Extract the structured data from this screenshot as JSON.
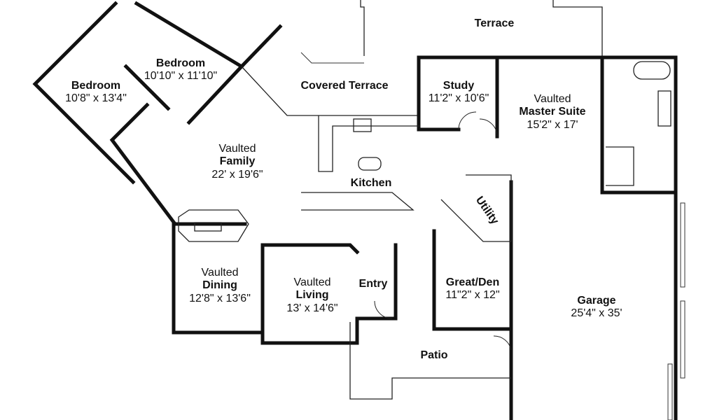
{
  "plan": {
    "rooms": [
      {
        "id": "bedroom-1",
        "prefix": "",
        "name": "Bedroom",
        "size": "10'10\" x 11'10\""
      },
      {
        "id": "bedroom-2",
        "prefix": "",
        "name": "Bedroom",
        "size": "10'8\" x 13'4\""
      },
      {
        "id": "terrace",
        "prefix": "",
        "name": "Terrace",
        "size": ""
      },
      {
        "id": "covered-terrace",
        "prefix": "",
        "name": "Covered Terrace",
        "size": ""
      },
      {
        "id": "study",
        "prefix": "",
        "name": "Study",
        "size": "11'2\" x 10'6\""
      },
      {
        "id": "master-suite",
        "prefix": "Vaulted",
        "name": "Master Suite",
        "size": "15'2\" x 17'"
      },
      {
        "id": "family",
        "prefix": "Vaulted",
        "name": "Family",
        "size": "22' x 19'6\""
      },
      {
        "id": "kitchen",
        "prefix": "",
        "name": "Kitchen",
        "size": ""
      },
      {
        "id": "utility",
        "prefix": "",
        "name": "Utility",
        "size": ""
      },
      {
        "id": "dining",
        "prefix": "Vaulted",
        "name": "Dining",
        "size": "12'8\" x 13'6\""
      },
      {
        "id": "living",
        "prefix": "Vaulted",
        "name": "Living",
        "size": "13' x 14'6\""
      },
      {
        "id": "entry",
        "prefix": "",
        "name": "Entry",
        "size": ""
      },
      {
        "id": "great-den",
        "prefix": "",
        "name": "Great/Den",
        "size": "11\"2\" x 12\""
      },
      {
        "id": "garage",
        "prefix": "",
        "name": "Garage",
        "size": "25'4\" x 35'"
      },
      {
        "id": "patio",
        "prefix": "",
        "name": "Patio",
        "size": ""
      }
    ]
  }
}
